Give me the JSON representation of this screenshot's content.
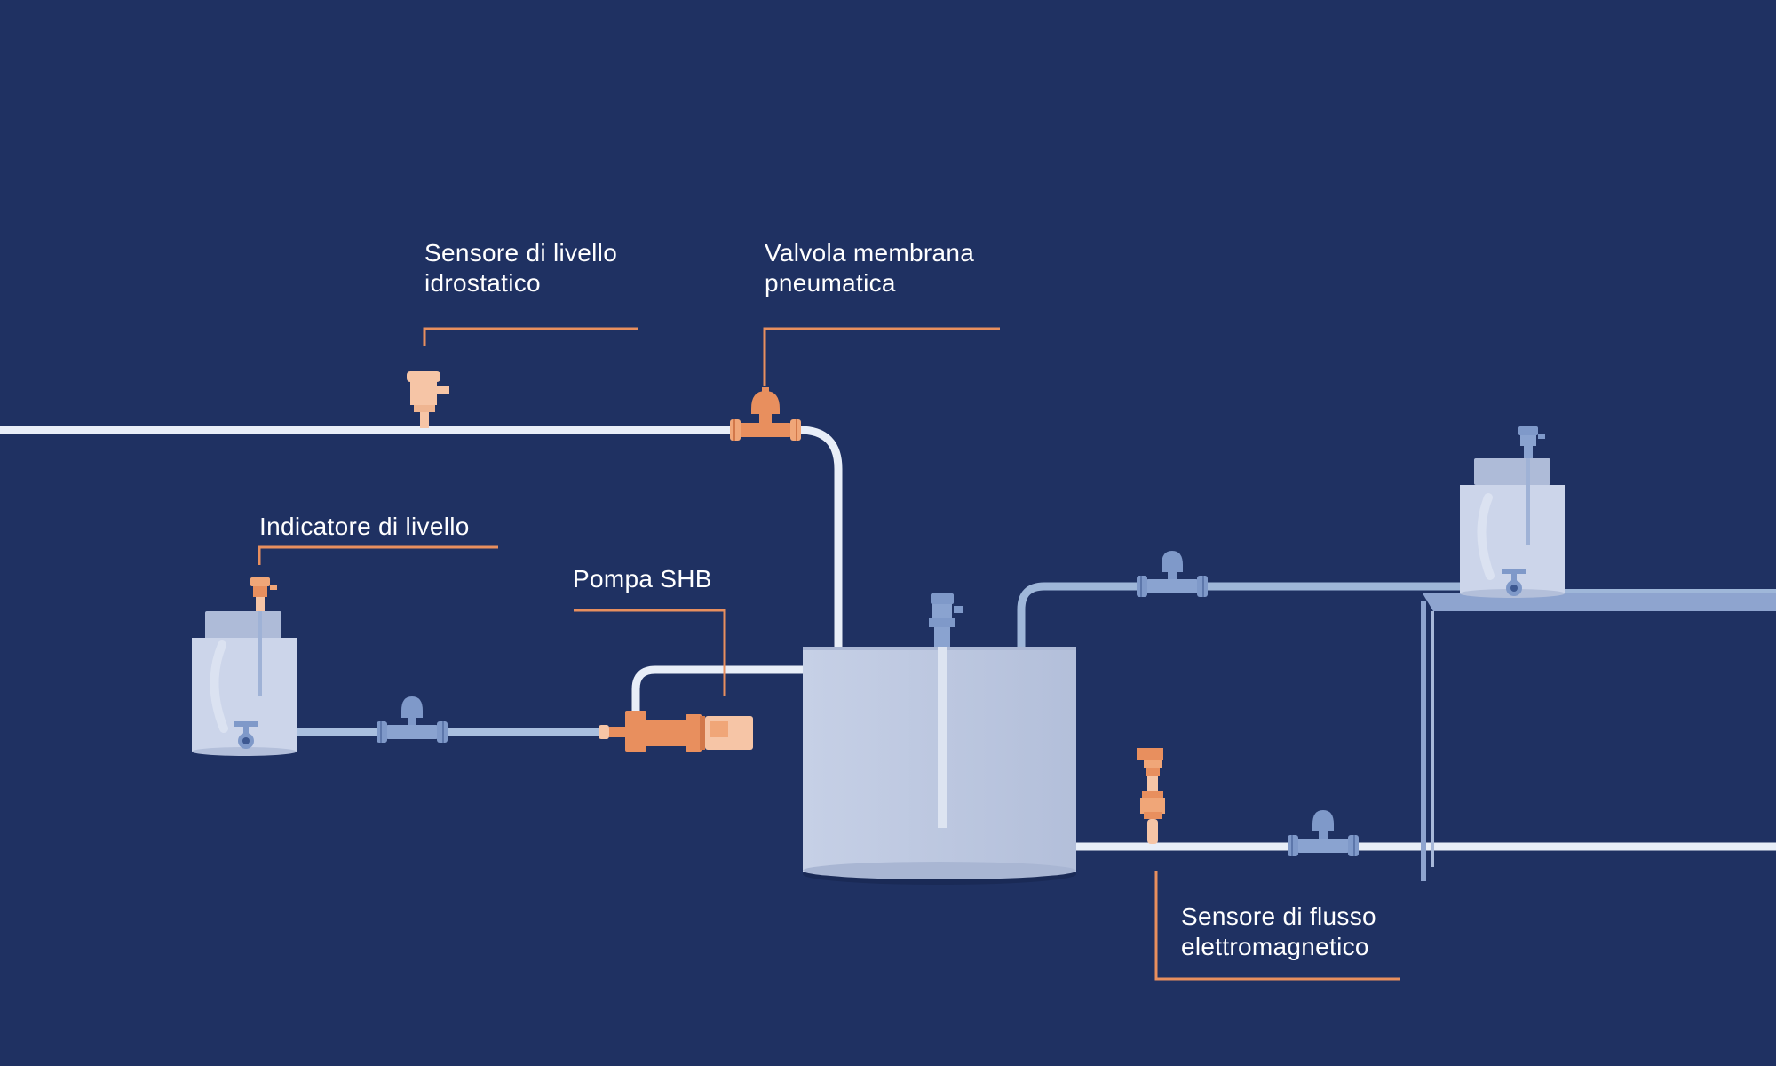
{
  "colors": {
    "background": "#1f3162",
    "accent": "#e88f5e",
    "accent_light": "#f6c5a6",
    "pipe_white": "#e8eef8",
    "pipe_blue": "#9fb7d9",
    "component_blue": "#7f99c9",
    "tank_fill": "#c3cde3"
  },
  "labels": {
    "hydrostatic_sensor": {
      "line1": "Sensore di livello",
      "line2": "idrostatico"
    },
    "membrane_valve": {
      "line1": "Valvola membrana",
      "line2": "pneumatica"
    },
    "level_indicator": {
      "line1": "Indicatore di livello"
    },
    "pump": {
      "line1": "Pompa SHB"
    },
    "flow_sensor": {
      "line1": "Sensore di flusso",
      "line2": "elettromagnetico"
    }
  },
  "components": [
    {
      "name": "hydrostatic-level-sensor",
      "icon": "level-sensor-icon",
      "highlight": true
    },
    {
      "name": "pneumatic-membrane-valve",
      "icon": "valve-icon",
      "highlight": true
    },
    {
      "name": "level-indicator",
      "icon": "level-indicator-icon",
      "highlight": true
    },
    {
      "name": "shb-pump",
      "icon": "pump-icon",
      "highlight": true
    },
    {
      "name": "electromagnetic-flow-sensor",
      "icon": "flow-sensor-icon",
      "highlight": true
    },
    {
      "name": "main-tank",
      "icon": "tank-icon",
      "highlight": false
    },
    {
      "name": "left-tank",
      "icon": "tank-icon",
      "highlight": false
    },
    {
      "name": "right-tank",
      "icon": "tank-icon",
      "highlight": false
    }
  ]
}
